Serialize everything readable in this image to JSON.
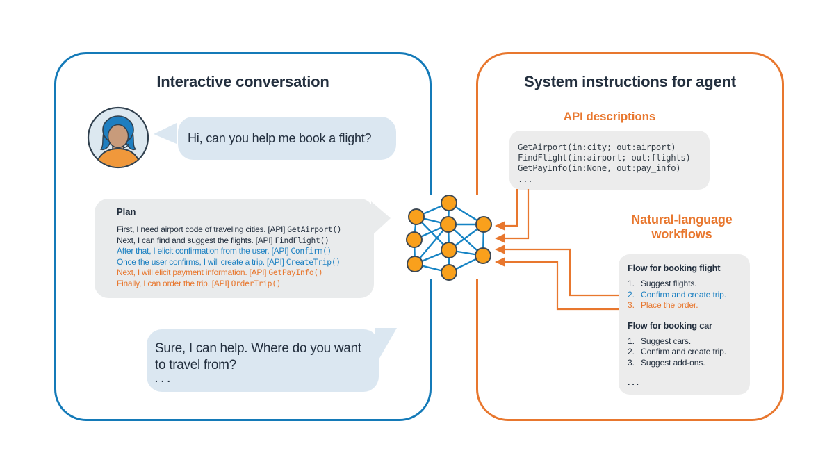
{
  "colors": {
    "navy_text": "#232f3e",
    "blue_accent": "#1a7fc1",
    "blue_border": "#147ab8",
    "orange_accent": "#e8772e",
    "node_orange": "#f9a01c",
    "edge_blue": "#1583c4",
    "bubble_light_blue": "#dbe7f1",
    "bubble_gray": "#e9ebec",
    "box_gray": "#ececec"
  },
  "icons": {
    "avatar": "user-avatar-icon",
    "network": "neural-network-icon",
    "arrows": "arrow-left-icon"
  },
  "left_panel": {
    "title": "Interactive conversation",
    "user_message": "Hi, can you help me book a flight?",
    "plan": {
      "heading": "Plan",
      "lines": [
        {
          "text": "First, I need airport code of traveling cities. [API] ",
          "api": "GetAirport()",
          "color": "navy"
        },
        {
          "text": "Next, I can find and suggest the flights. [API] ",
          "api": "FindFlight()",
          "color": "navy"
        },
        {
          "text": "After that, I elicit confirmation from the user. [API] ",
          "api": "Confirm()",
          "color": "blue"
        },
        {
          "text": "Once the user confirms, I will create a trip. [API] ",
          "api": "CreateTrip()",
          "color": "blue"
        },
        {
          "text": "Next, I will elicit payment information. [API] ",
          "api": "GetPayInfo()",
          "color": "orange"
        },
        {
          "text": "Finally, I can order the trip. [API] ",
          "api": "OrderTrip()",
          "color": "orange"
        }
      ]
    },
    "agent_message": "Sure, I can help. Where do you want to travel from?",
    "agent_ellipsis": "..."
  },
  "right_panel": {
    "title": "System instructions for agent",
    "api_section": {
      "heading": "API descriptions",
      "lines": [
        "GetAirport(in:city; out:airport)",
        "FindFlight(in:airport; out:flights)",
        "GetPayInfo(in:None, out:pay_info)",
        "..."
      ]
    },
    "workflow_section": {
      "heading_line1": "Natural-language",
      "heading_line2": "workflows",
      "flows": [
        {
          "title": "Flow for booking flight",
          "steps": [
            {
              "n": "1.",
              "text": "Suggest flights.",
              "color": "navy"
            },
            {
              "n": "2.",
              "text": "Confirm and create trip.",
              "color": "blue"
            },
            {
              "n": "3.",
              "text": "Place the order.",
              "color": "orange"
            }
          ]
        },
        {
          "title": "Flow for booking car",
          "steps": [
            {
              "n": "1.",
              "text": "Suggest cars.",
              "color": "navy"
            },
            {
              "n": "2.",
              "text": "Confirm and create trip.",
              "color": "navy"
            },
            {
              "n": "3.",
              "text": "Suggest add-ons.",
              "color": "navy"
            }
          ]
        }
      ],
      "ellipsis": "..."
    }
  }
}
